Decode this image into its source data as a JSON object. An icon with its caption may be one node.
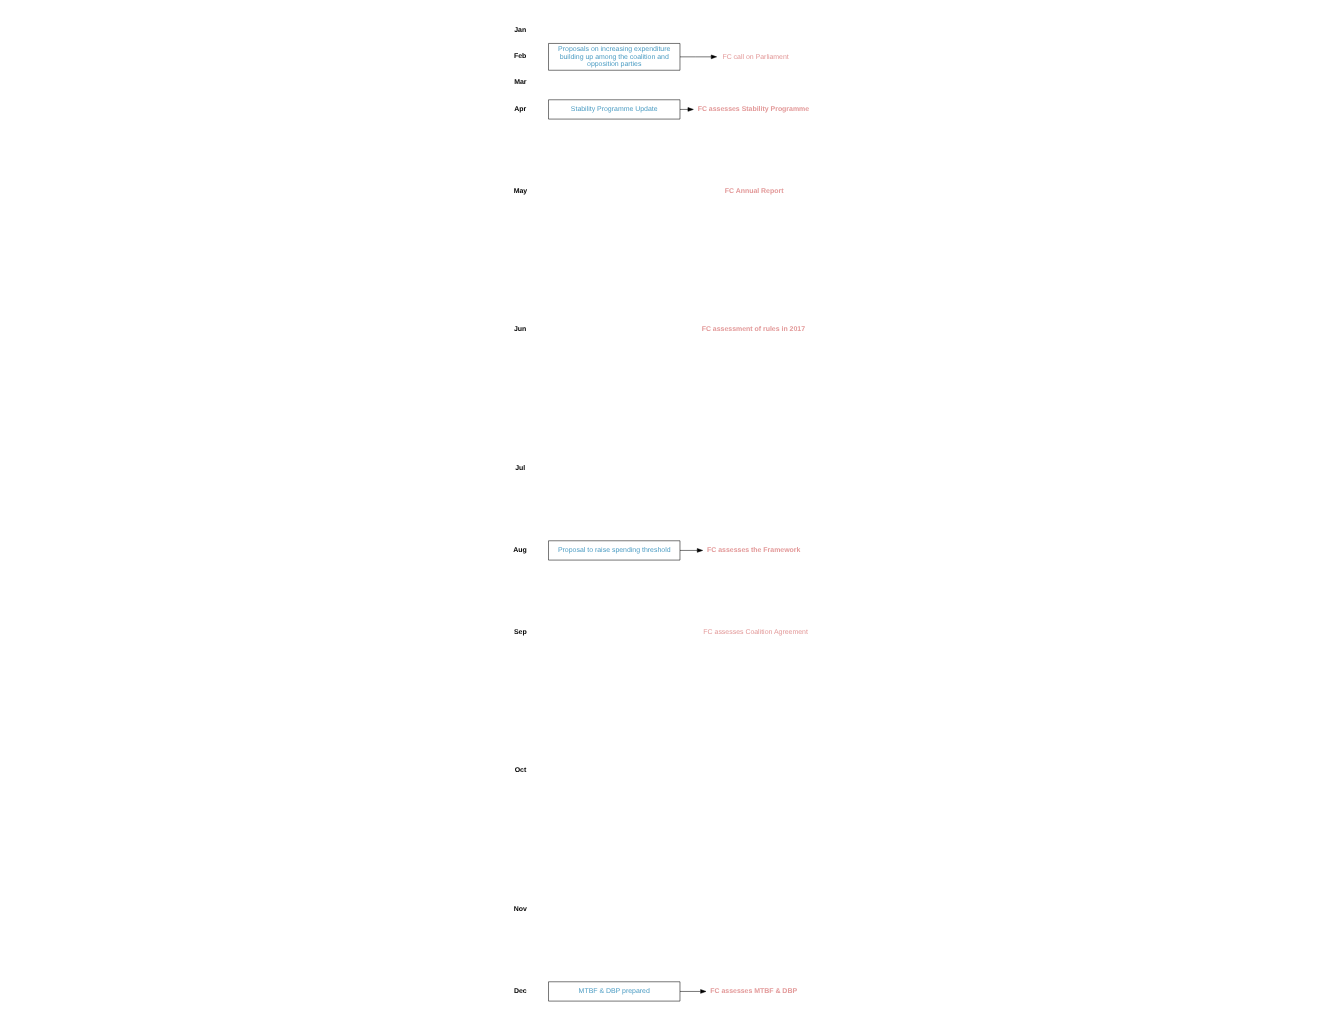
{
  "diagram": {
    "nodes": [
      {
        "text": [
          "Proposals on increasing expenditure building up among the coalition and opposition parties"
        ]
      },
      {
        "text": [
          "FC call on Parliament"
        ]
      },
      {
        "text": [
          "Stability Programme Update"
        ]
      },
      {
        "text": [
          "FC assesses Stability Programme"
        ]
      },
      {
        "text": [
          "Proposal to raise spending threshold"
        ]
      },
      {
        "text": [
          "FC assesses the Framework"
        ]
      },
      {
        "text": [
          "MTBF & DBP prepared"
        ]
      },
      {
        "text": [
          "FC assesses MTBF & DBP"
        ]
      }
    ],
    "edges": [
      {
        "from": 0,
        "to": 1,
        "arrow": "to"
      },
      {
        "from": 2,
        "to": 3,
        "arrow": "to"
      },
      {
        "from": 4,
        "to": 5,
        "arrow": "to"
      },
      {
        "from": 6,
        "to": 7,
        "arrow": "to"
      }
    ],
    "labels": [
      "Jan",
      "Feb",
      "Mar",
      "Apr",
      "May",
      "FC Annual Report",
      "Jun",
      "FC assessment of rules in 2017",
      "Jul",
      "Aug",
      "Sep",
      "FC assesses Coalition Agreement",
      "Oct",
      "Nov",
      "Dec"
    ]
  }
}
